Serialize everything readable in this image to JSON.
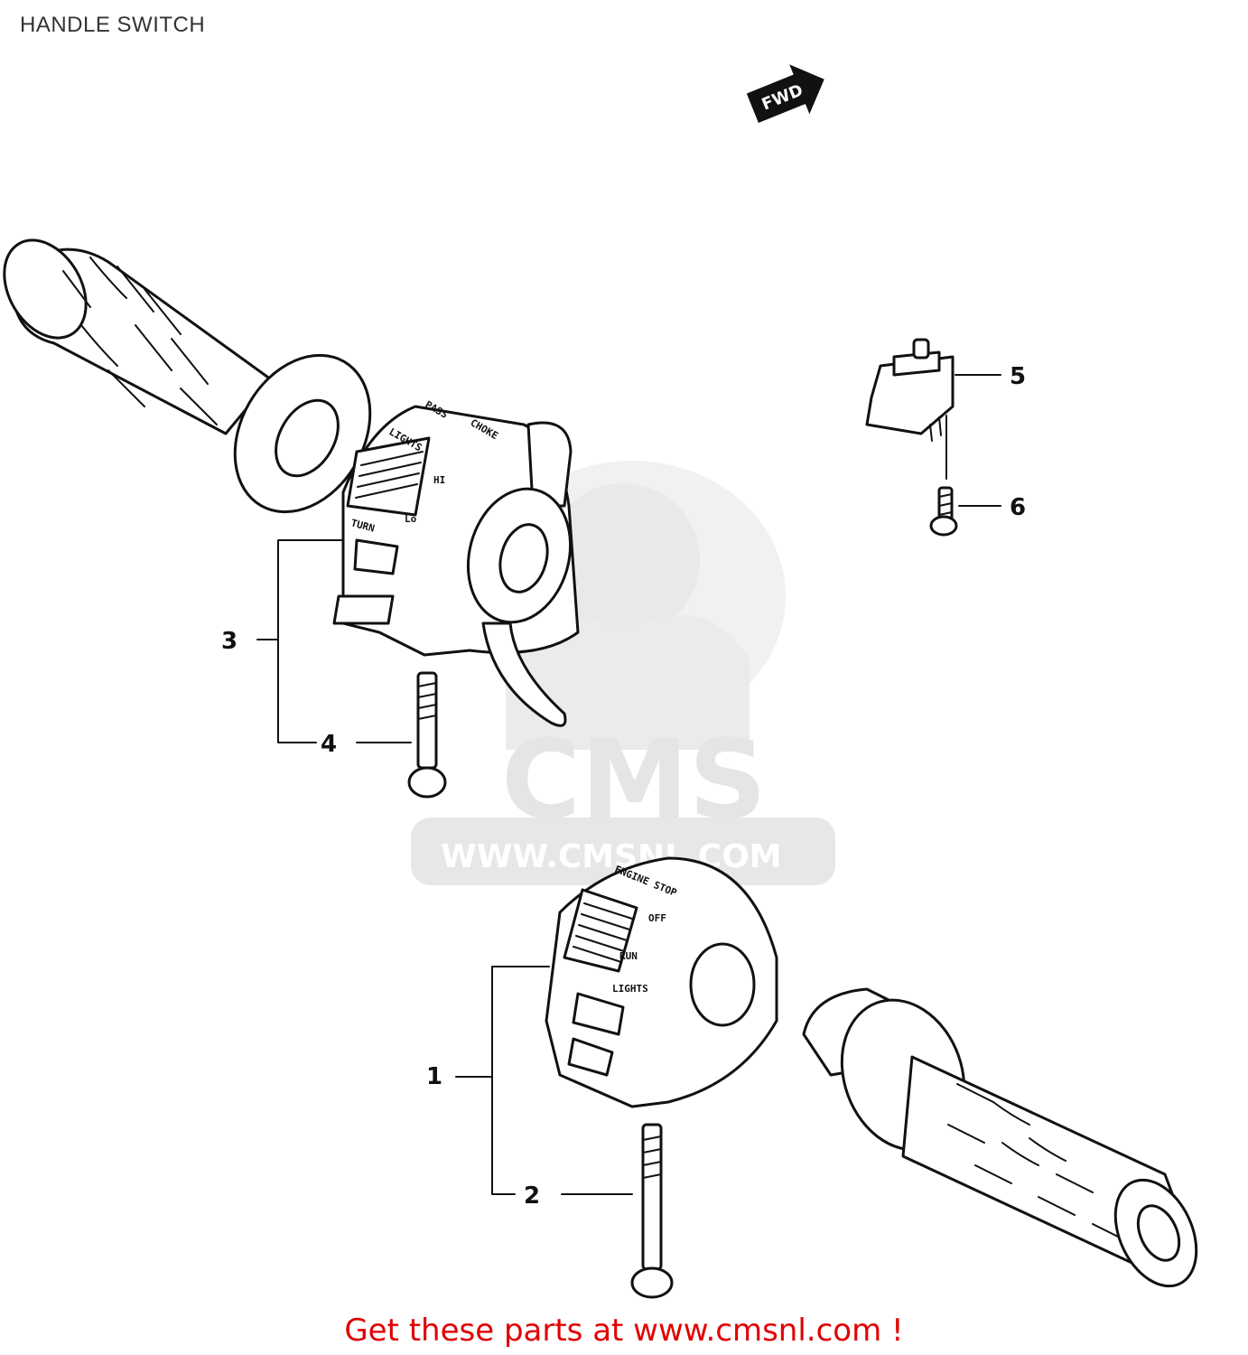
{
  "header": {
    "title": "HANDLE SWITCH"
  },
  "front_marker": {
    "label": "FWD"
  },
  "watermark": {
    "brand": "CMS",
    "url": "WWW.CMSNL.COM"
  },
  "left_switch": {
    "labels": [
      "PASS",
      "CHOKE",
      "LIGHTS",
      "HI",
      "Lo",
      "TURN"
    ]
  },
  "right_switch": {
    "labels": [
      "ENGINE STOP",
      "OFF",
      "RUN",
      "LIGHTS"
    ]
  },
  "callouts": [
    {
      "number": "1",
      "part": "right-handle-switch"
    },
    {
      "number": "2",
      "part": "right-switch-screw"
    },
    {
      "number": "3",
      "part": "left-handle-switch"
    },
    {
      "number": "4",
      "part": "left-switch-screw"
    },
    {
      "number": "5",
      "part": "clutch-switch"
    },
    {
      "number": "6",
      "part": "clutch-switch-screw"
    }
  ],
  "footer": {
    "link_text": "Get these parts at www.cmsnl.com !"
  }
}
